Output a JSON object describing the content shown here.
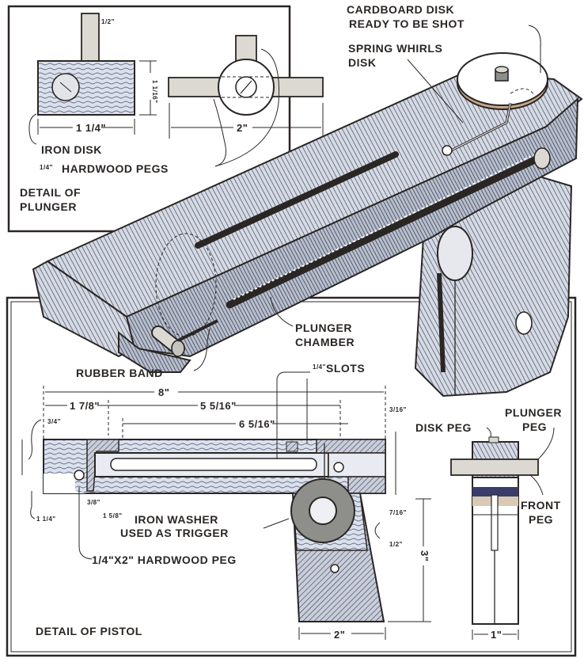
{
  "title": "Cardboard Disk Pistol — Construction Drawing",
  "colors": {
    "ink": "#2a2624",
    "paper": "#ffffff",
    "wood_tint": "#b9c3d6",
    "iron": "#8e8f8a"
  },
  "plunger_detail": {
    "caption_line1": "DETAIL OF",
    "caption_line2": "PLUNGER",
    "labels": {
      "iron_disk": "IRON DISK",
      "pegs_fraction": "1/4\"",
      "pegs": "HARDWOOD PEGS"
    },
    "dimensions": {
      "length": "1 1/4\"",
      "height": "1 1/16\"",
      "peg_height": "1/2\"",
      "peg_span": "2\""
    }
  },
  "perspective_view": {
    "labels": {
      "cardboard_disk_line1": "CARDBOARD DISK",
      "cardboard_disk_line2": "READY TO BE SHOT",
      "spring_line1": "SPRING WHIRLS",
      "spring_line2": "DISK",
      "plunger_chamber_line1": "PLUNGER",
      "plunger_chamber_line2": "CHAMBER",
      "rubber_band": "RUBBER BAND"
    }
  },
  "pistol_detail": {
    "caption": "DETAIL OF PISTOL",
    "labels": {
      "slots_fraction": "1/4\"",
      "slots": "SLOTS",
      "washer_fraction": "1 5/8\"",
      "washer_line1": "IRON WASHER",
      "washer_line2": "USED AS TRIGGER",
      "hardwood_peg": "1/4\"X2\" HARDWOOD PEG"
    },
    "dimensions": {
      "overall_length": "8\"",
      "front_offset": "1 7/8\"",
      "barrel_to_peg": "5 5/16\"",
      "chamber_length": "6 5/16\"",
      "top_offset": "3/4\"",
      "bottom_offset": "1 1/4\"",
      "peg_small": "3/8\"",
      "right_small_1": "3/16\"",
      "right_small_2": "7/16\"",
      "right_small_3": "1/2\"",
      "handle_height": "3\"",
      "handle_width": "2\""
    }
  },
  "end_view": {
    "labels": {
      "disk_peg": "DISK PEG",
      "plunger_peg_line1": "PLUNGER",
      "plunger_peg_line2": "PEG",
      "front_peg_line1": "FRONT",
      "front_peg_line2": "PEG"
    },
    "dimensions": {
      "width": "1\""
    }
  }
}
